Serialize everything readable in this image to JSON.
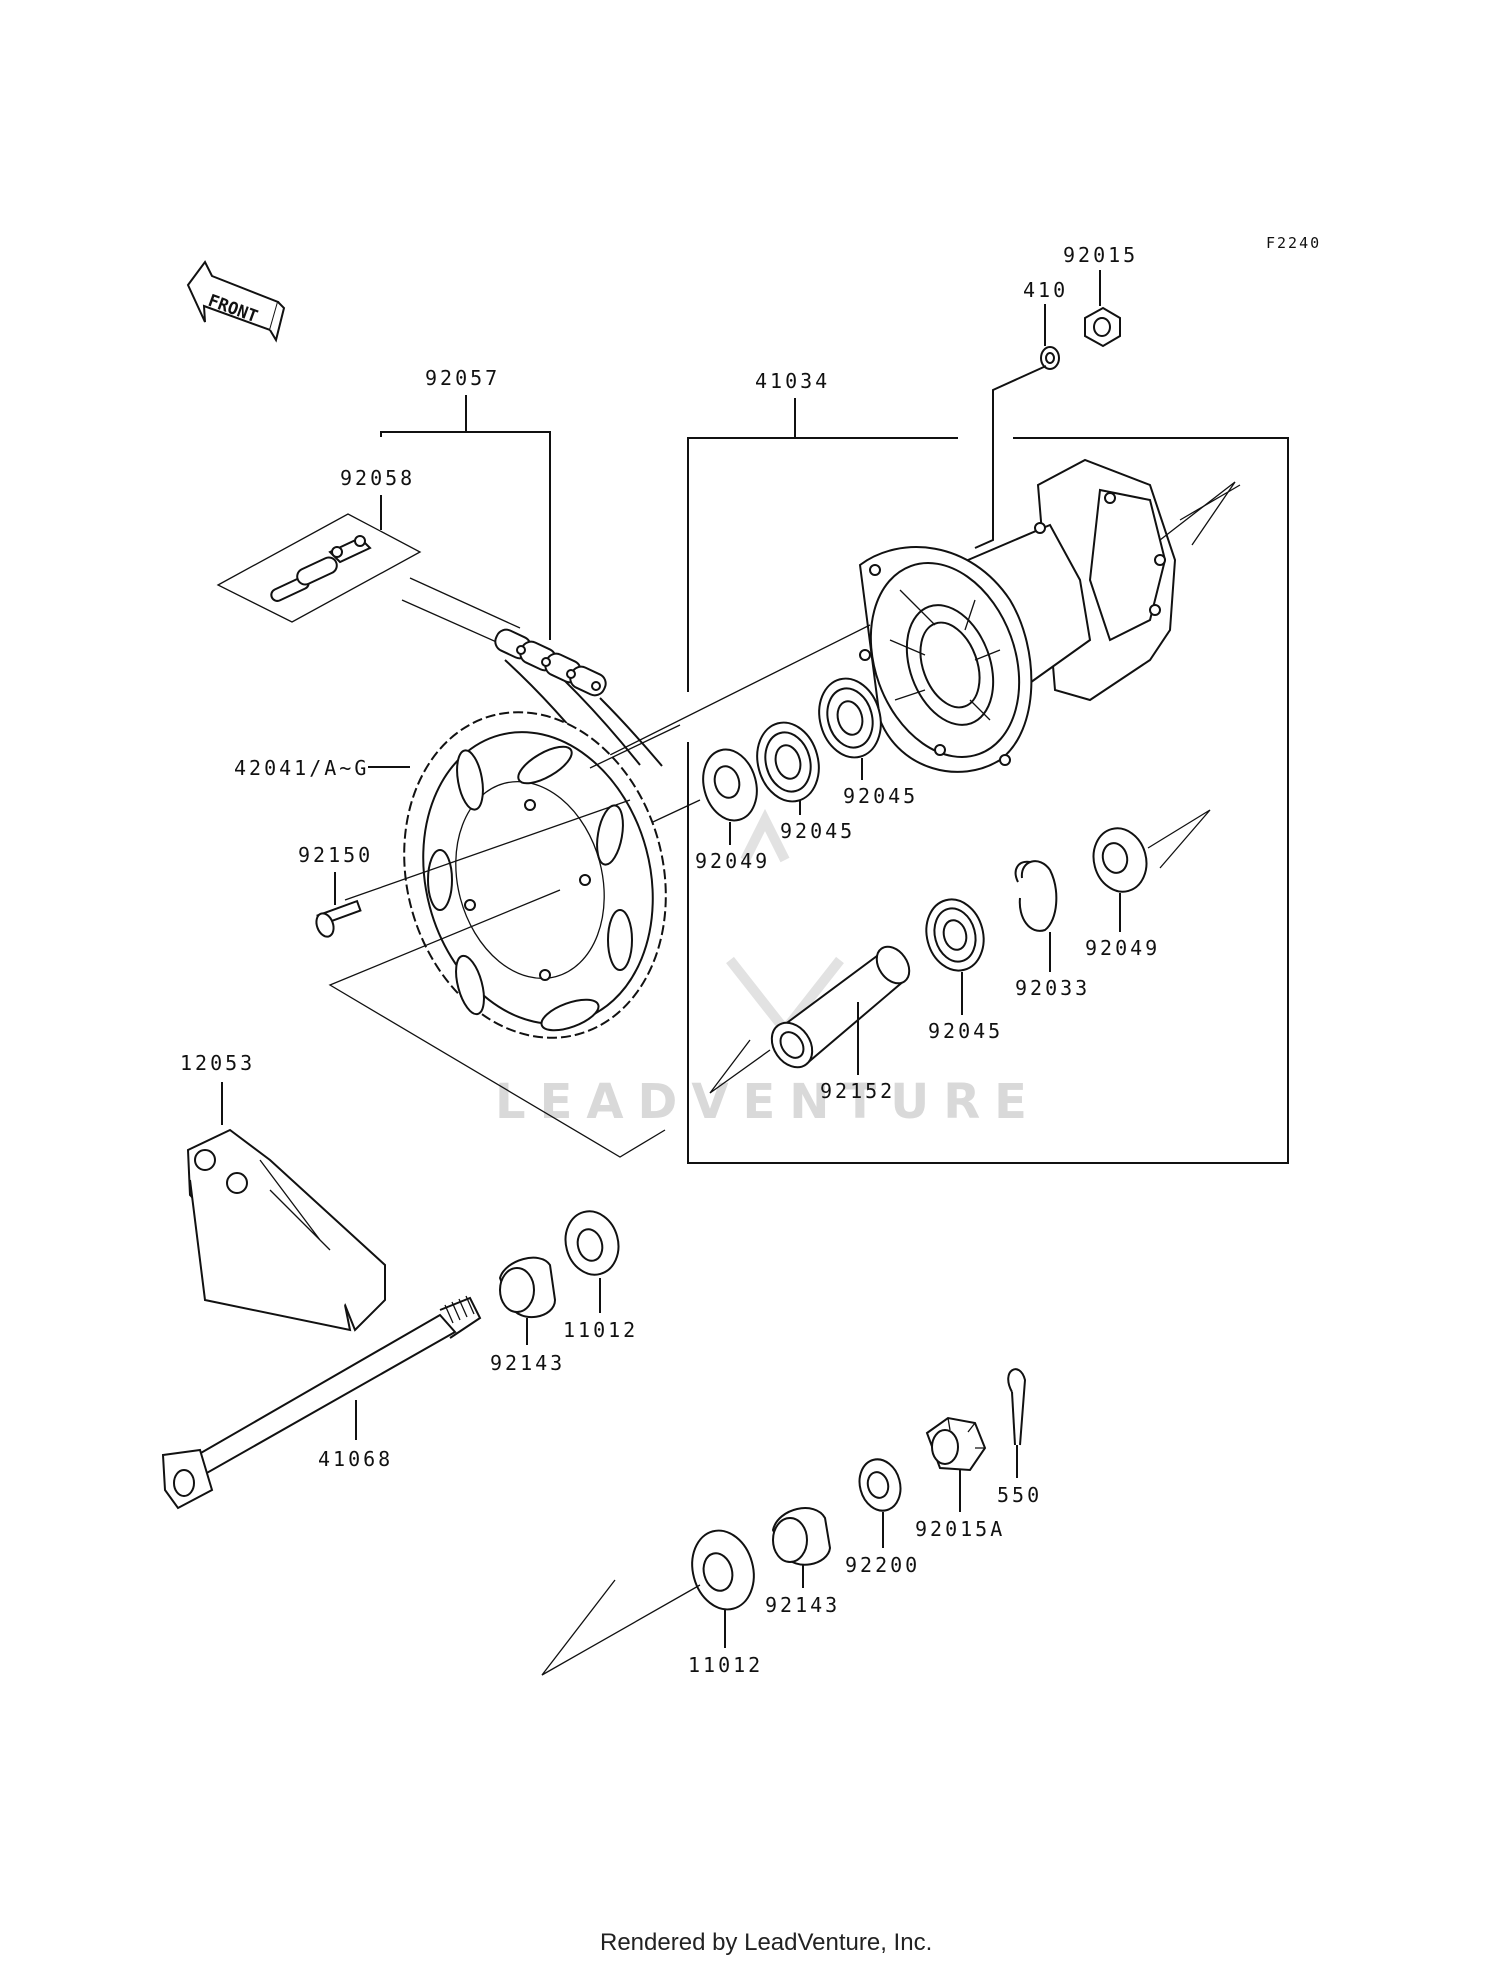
{
  "figure_id": "F2240",
  "front_label": "FRONT",
  "watermark": "LEADVENTURE",
  "footer": "Rendered by LeadVenture, Inc.",
  "parts": [
    {
      "id": "p92015",
      "label": "92015"
    },
    {
      "id": "p410",
      "label": "410"
    },
    {
      "id": "p41034",
      "label": "41034"
    },
    {
      "id": "p92057",
      "label": "92057"
    },
    {
      "id": "p92058",
      "label": "92058"
    },
    {
      "id": "p42041",
      "label": "42041/A~G"
    },
    {
      "id": "p92150",
      "label": "92150"
    },
    {
      "id": "p92049a",
      "label": "92049"
    },
    {
      "id": "p92045a",
      "label": "92045"
    },
    {
      "id": "p92045b",
      "label": "92045"
    },
    {
      "id": "p92049b",
      "label": "92049"
    },
    {
      "id": "p92033",
      "label": "92033"
    },
    {
      "id": "p92045c",
      "label": "92045"
    },
    {
      "id": "p92152",
      "label": "92152"
    },
    {
      "id": "p12053",
      "label": "12053"
    },
    {
      "id": "p11012a",
      "label": "11012"
    },
    {
      "id": "p92143a",
      "label": "92143"
    },
    {
      "id": "p41068",
      "label": "41068"
    },
    {
      "id": "p550",
      "label": "550"
    },
    {
      "id": "p92015A",
      "label": "92015A"
    },
    {
      "id": "p92200",
      "label": "92200"
    },
    {
      "id": "p92143b",
      "label": "92143"
    },
    {
      "id": "p11012b",
      "label": "11012"
    }
  ]
}
